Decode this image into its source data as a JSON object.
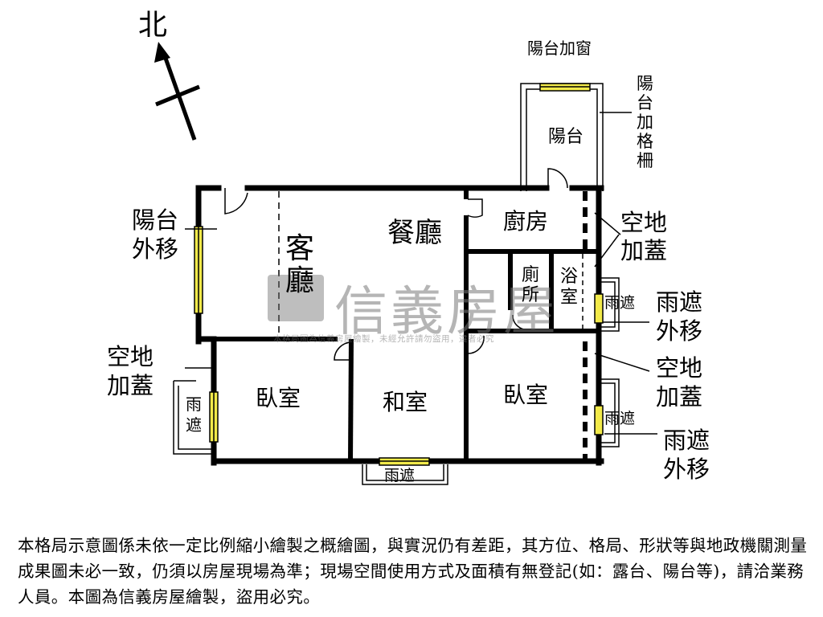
{
  "north_label": "北",
  "rooms": {
    "living": "客廳",
    "dining": "餐廳",
    "kitchen": "廚房",
    "toilet": "廁所",
    "bath": "浴室",
    "bedroom_left": "臥室",
    "japanese_room": "和室",
    "bedroom_right": "臥室",
    "balcony": "陽台"
  },
  "annotations": {
    "balcony_window": "陽台加窗",
    "balcony_grille": "陽台加格柵",
    "balcony_moved_out": "陽台外移",
    "void_covered_top": "空地加蓋",
    "void_covered_left": "空地加蓋",
    "void_covered_right": "空地加蓋",
    "rain_cover_out_1": "雨遮外移",
    "rain_cover_out_2": "雨遮外移",
    "rain_cover_left": "雨遮",
    "rain_cover_bottom": "雨遮",
    "rain_cover_right_1": "雨遮",
    "rain_cover_right_2": "雨遮"
  },
  "watermark": {
    "brand": "信義房屋",
    "small_text": "本格局圖為信義房屋繪製，未經允許請勿盜用，違者必究"
  },
  "disclaimer": "本格局示意圖係未依一定比例縮小繪製之概繪圖，與實況仍有差距，其方位、格局、形狀等與地政機關測量成果圖未必一致，仍須以房屋現場為準；現場空間使用方式及面積有無登記(如：露台、陽台等)，請洽業務人員。本圖為信義房屋繪製，盜用必究。",
  "colors": {
    "wall": "#000000",
    "window_fill": "#f2ea4a",
    "text": "#000000"
  }
}
